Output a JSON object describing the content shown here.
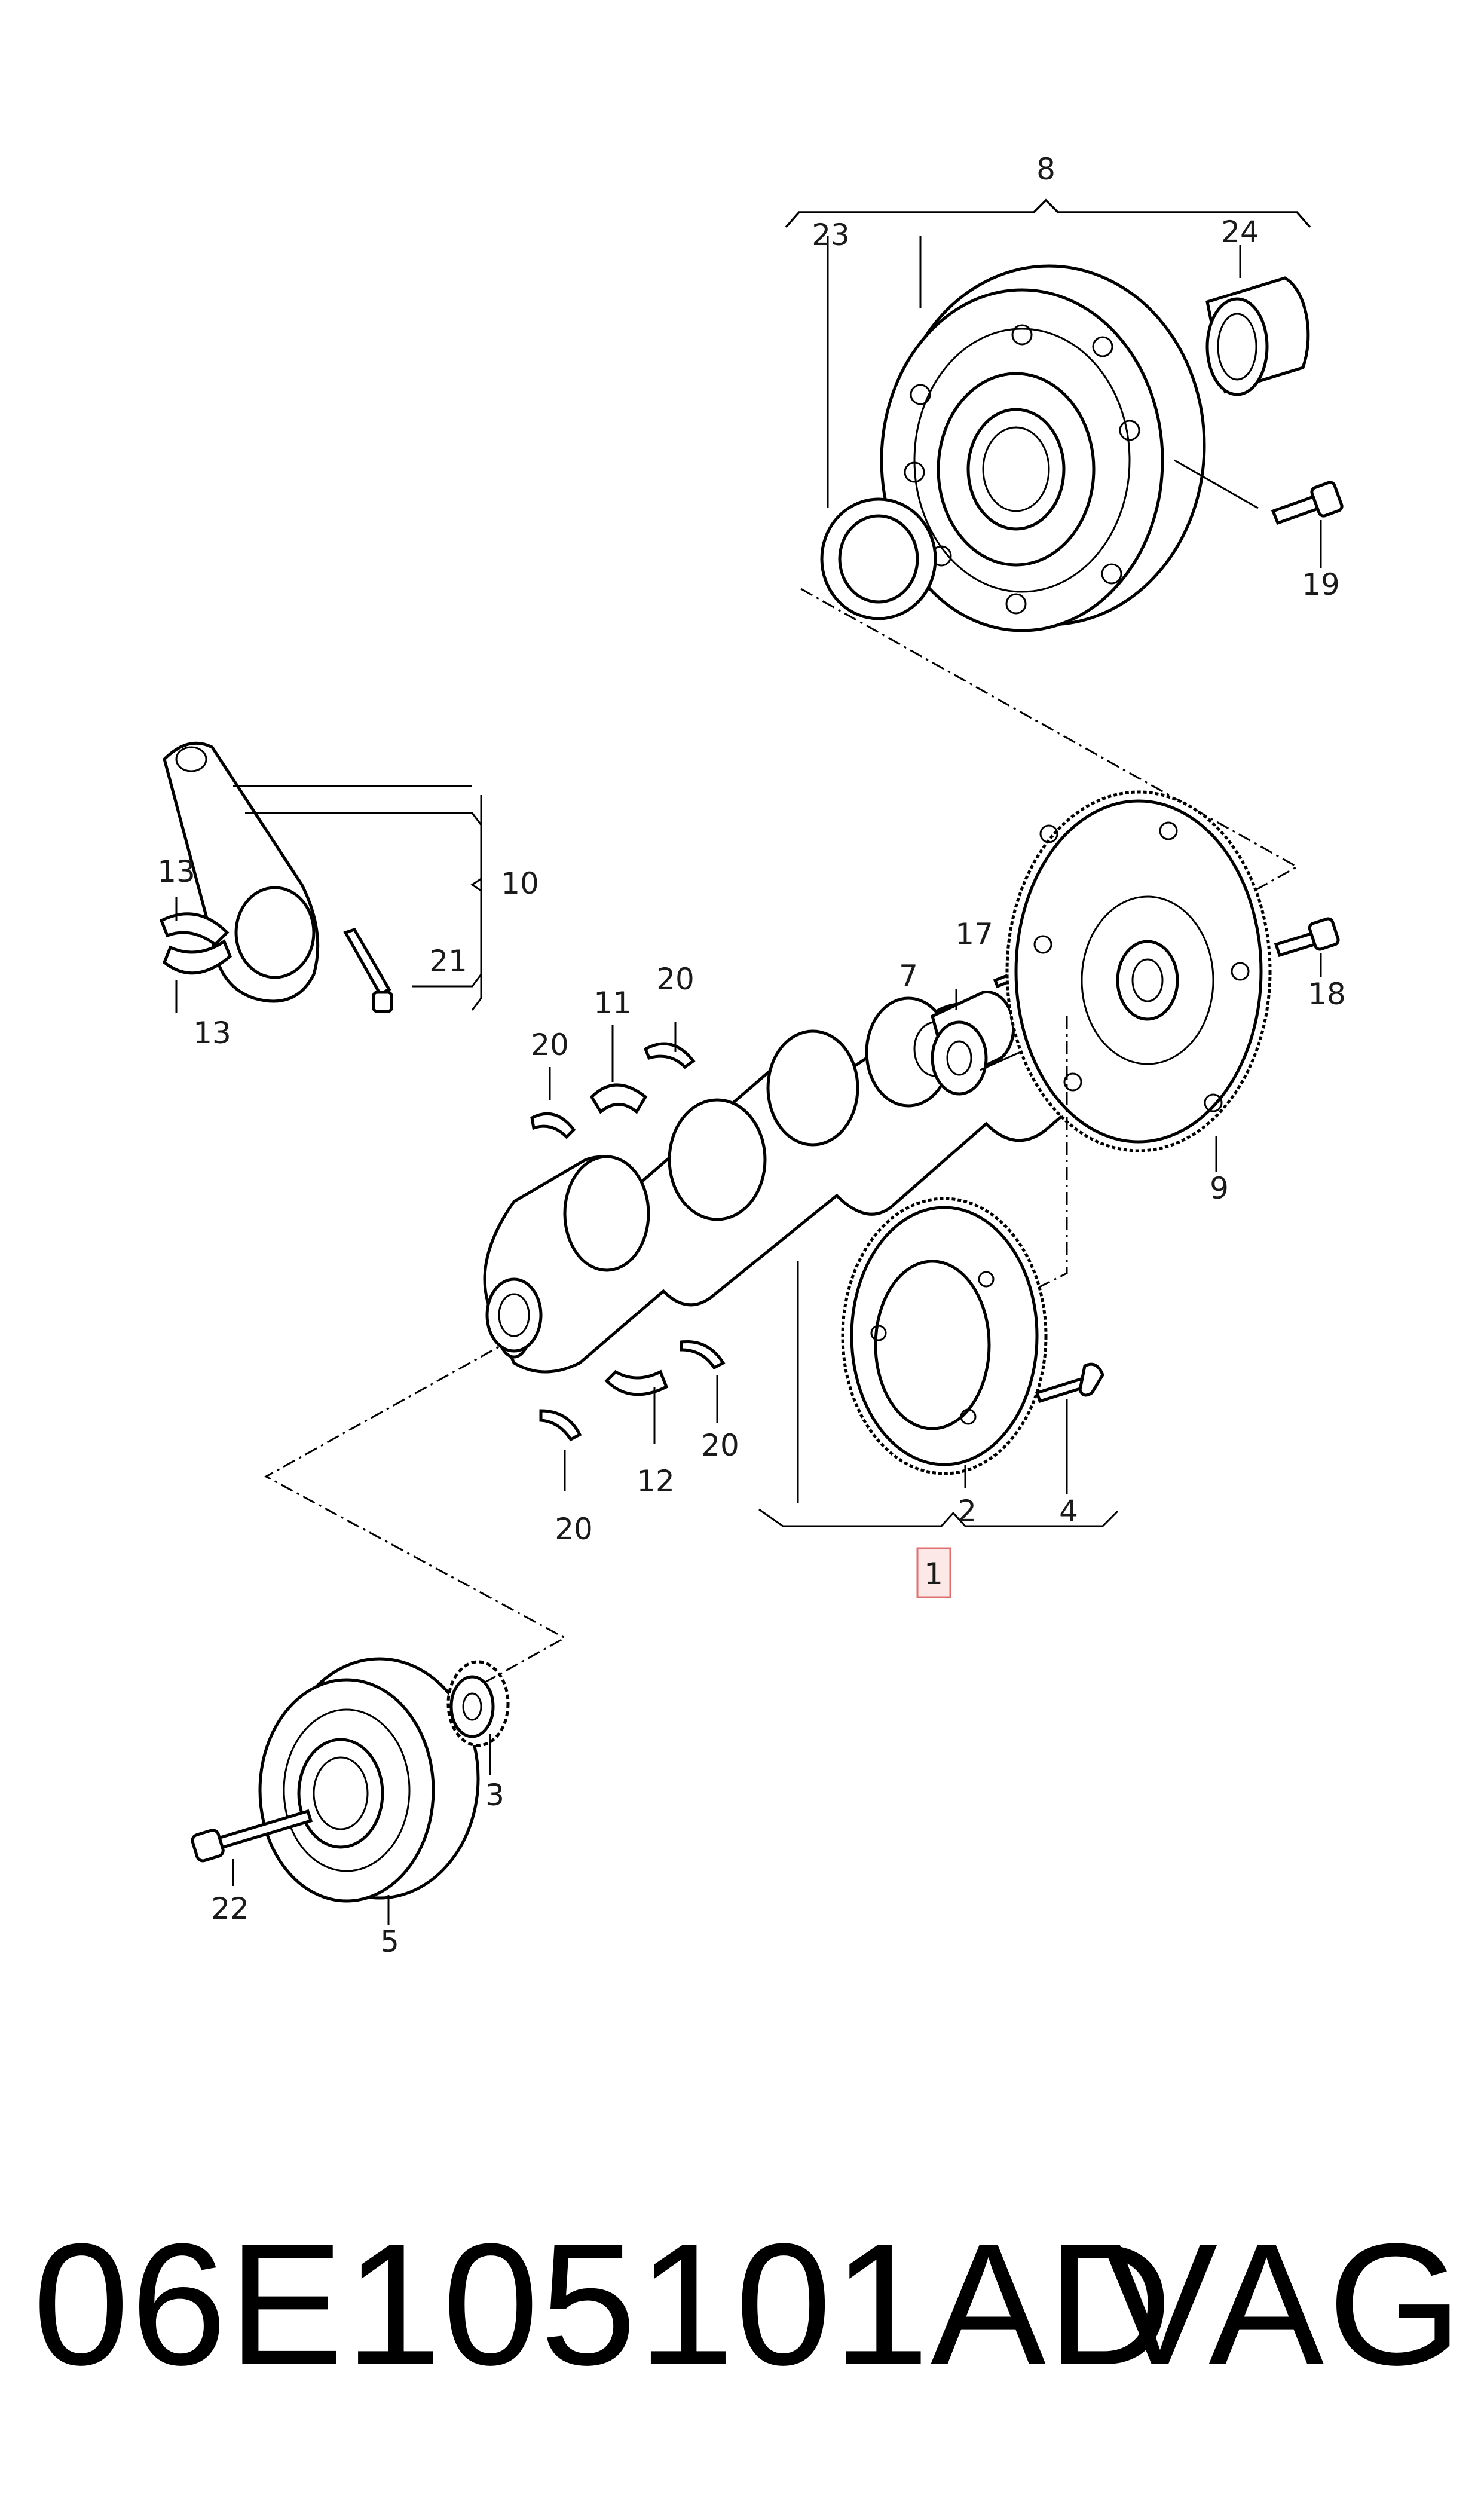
{
  "callouts": {
    "c1": "1",
    "c2": "2",
    "c3": "3",
    "c4": "4",
    "c5": "5",
    "c7": "7",
    "c8": "8",
    "c9": "9",
    "c10": "10",
    "c11": "11",
    "c12": "12",
    "c13a": "13",
    "c13b": "13",
    "c17": "17",
    "c18": "18",
    "c19": "19",
    "c20a": "20",
    "c20b": "20",
    "c20c": "20",
    "c20d": "20",
    "c21": "21",
    "c22": "22",
    "c23": "23",
    "c24": "24"
  },
  "footer": {
    "part_number": "06E105101AD",
    "brand": "VAG"
  },
  "colors": {
    "highlight_fill": "#fde8e8",
    "highlight_border": "#e07070",
    "line": "#000000"
  }
}
